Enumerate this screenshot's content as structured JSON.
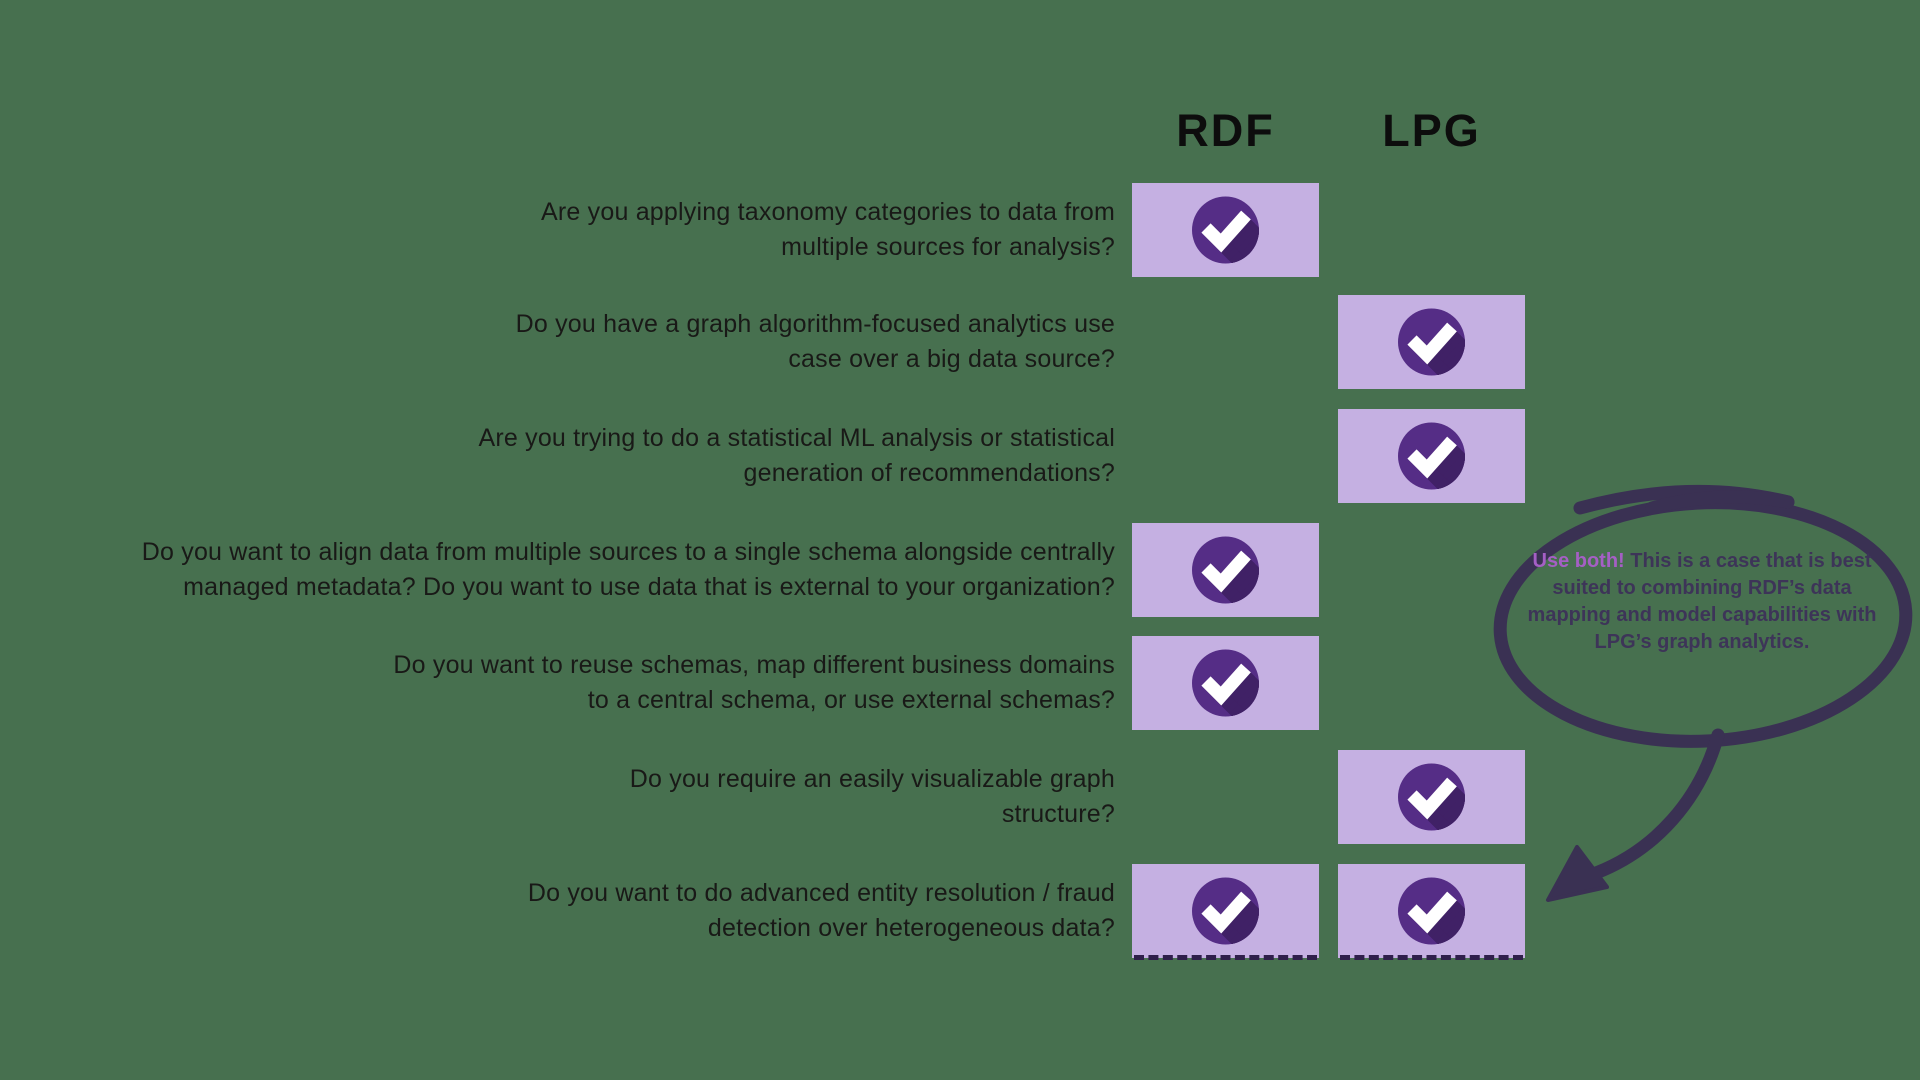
{
  "columns": [
    {
      "id": "rdf",
      "label": "RDF"
    },
    {
      "id": "lpg",
      "label": "LPG"
    }
  ],
  "rows": [
    {
      "question": "Are you applying taxonomy categories to data from\nmultiple sources for analysis?",
      "rdf": true,
      "lpg": false
    },
    {
      "question": "Do you have a graph algorithm-focused analytics use\ncase over a big data source?",
      "rdf": false,
      "lpg": true
    },
    {
      "question": "Are you trying to do a statistical ML analysis or statistical\ngeneration of recommendations?",
      "rdf": false,
      "lpg": true
    },
    {
      "question": "Do you want to align data from multiple sources to a single schema alongside centrally\nmanaged metadata? Do you want to use data that is external to your organization?",
      "rdf": true,
      "lpg": false
    },
    {
      "question": "Do you want to reuse schemas, map different business domains\nto a central schema, or use external schemas?",
      "rdf": true,
      "lpg": false
    },
    {
      "question": "Do you require an easily visualizable graph\nstructure?",
      "rdf": false,
      "lpg": true
    },
    {
      "question": "Do you want to do advanced entity resolution / fraud\ndetection over heterogeneous data?",
      "rdf": true,
      "lpg": true
    }
  ],
  "annotation": {
    "lead": "Use both!",
    "text": " This is a case that is best suited to combining RDF’s data mapping and model capabilities with LPG’s graph analytics."
  },
  "colors": {
    "bg": "#47704F",
    "question": "#191917",
    "header": "#0d0d0d",
    "box": "#c5b0e2",
    "circle": "#552d86",
    "shadow": "#402166",
    "check": "#ffffff",
    "ink": "#3a3153",
    "lead": "#a55fc5",
    "bubbletext": "#3d3458"
  },
  "icons": {
    "check": "check-circle-icon",
    "circle_annotation": "hand-drawn-circle-icon",
    "arrow_annotation": "curved-arrow-icon"
  }
}
